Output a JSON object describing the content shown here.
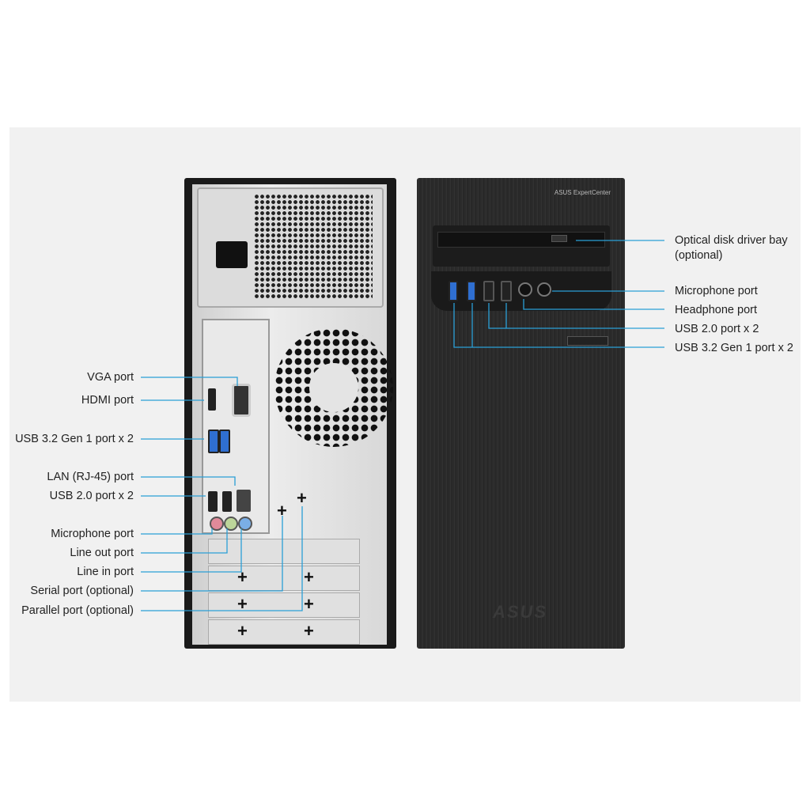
{
  "front_brand": "ASUS ExpertCenter",
  "front_logo": "ASUS",
  "left_labels": [
    "VGA port",
    "HDMI port",
    "USB 3.2 Gen 1 port x 2",
    "LAN (RJ-45) port",
    "USB 2.0 port x 2",
    "Microphone port",
    "Line out port",
    "Line in port",
    "Serial port (optional)",
    "Parallel port (optional)"
  ],
  "right_labels": [
    "Optical disk driver bay",
    "(optional)",
    "Microphone port",
    "Headphone port",
    "USB 2.0 port x 2",
    "USB 3.2 Gen 1 port x 2"
  ],
  "colors": {
    "callout_line": "#2a9fd6",
    "background": "#f1f1f1"
  }
}
